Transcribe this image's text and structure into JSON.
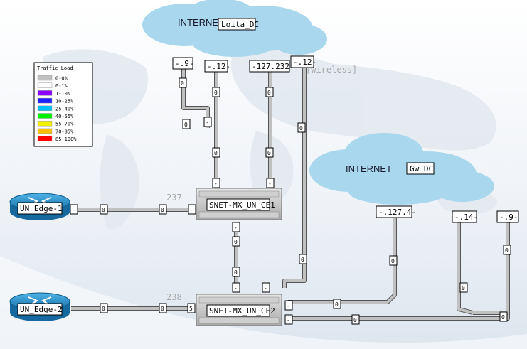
{
  "legend": {
    "title": "Traffic Load",
    "entries": [
      {
        "label": "0-0%",
        "color": "#c0c0c0"
      },
      {
        "label": "0-1%",
        "color": "#ffffff"
      },
      {
        "label": "1-10%",
        "color": "#8c00ff"
      },
      {
        "label": "10-25%",
        "color": "#2020ff"
      },
      {
        "label": "25-40%",
        "color": "#00c0ff"
      },
      {
        "label": "40-55%",
        "color": "#00f000"
      },
      {
        "label": "55-70%",
        "color": "#f0f000"
      },
      {
        "label": "70-85%",
        "color": "#ffc000"
      },
      {
        "label": "85-100%",
        "color": "#ff0000"
      }
    ]
  },
  "clouds": {
    "top": {
      "title": "INTERNET",
      "site": "Loita_DC"
    },
    "right": {
      "title": "INTERNET",
      "site": "Gw_DC"
    }
  },
  "wireless_label": "[wireless]",
  "iface": {
    "t9": "-.9-",
    "t12": "-.12-",
    "t127": "-127.232-",
    "t12b": "-.12-",
    "r127": "-.127.4-",
    "r14": "-.14-",
    "r9": "-.9-"
  },
  "routers": {
    "edge1": "UN_Edge-1",
    "edge2": "UN_Edge-2"
  },
  "switches": {
    "ce1": {
      "name": "SNET-MX_UN_CE1",
      "num": "237"
    },
    "ce2": {
      "name": "SNET-MX_UN_CE2",
      "num": "238"
    }
  },
  "link_dash": "-",
  "link_zero": "0",
  "port_five": "5"
}
